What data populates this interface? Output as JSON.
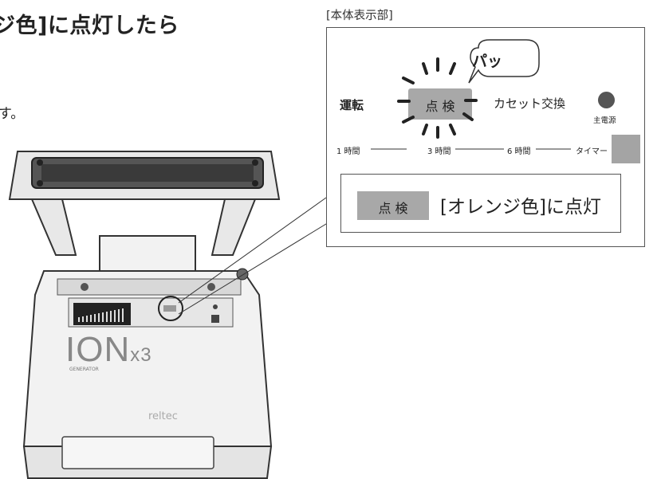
{
  "heading": "ジ色]に点灯したら",
  "body_text": "す。",
  "panel": {
    "caption": "[本体表示部]",
    "run_label": "運転",
    "check_label": "点 検",
    "cassette_label": "カセット交換",
    "power_label": "主電源",
    "timer_1": "1 時間",
    "timer_3": "3 時間",
    "timer_6": "6 時間",
    "timer_label": "タイマー",
    "bubble": "パッ"
  },
  "callout": {
    "lamp_label": "点 検",
    "text": "[オレンジ色]に点灯"
  },
  "device": {
    "logo_main": "ION",
    "logo_sub": "x3",
    "logo_caption": "GENERATOR",
    "brand": "reltec"
  },
  "colors": {
    "lamp_gray": "#a8a8a8",
    "line": "#555555"
  }
}
